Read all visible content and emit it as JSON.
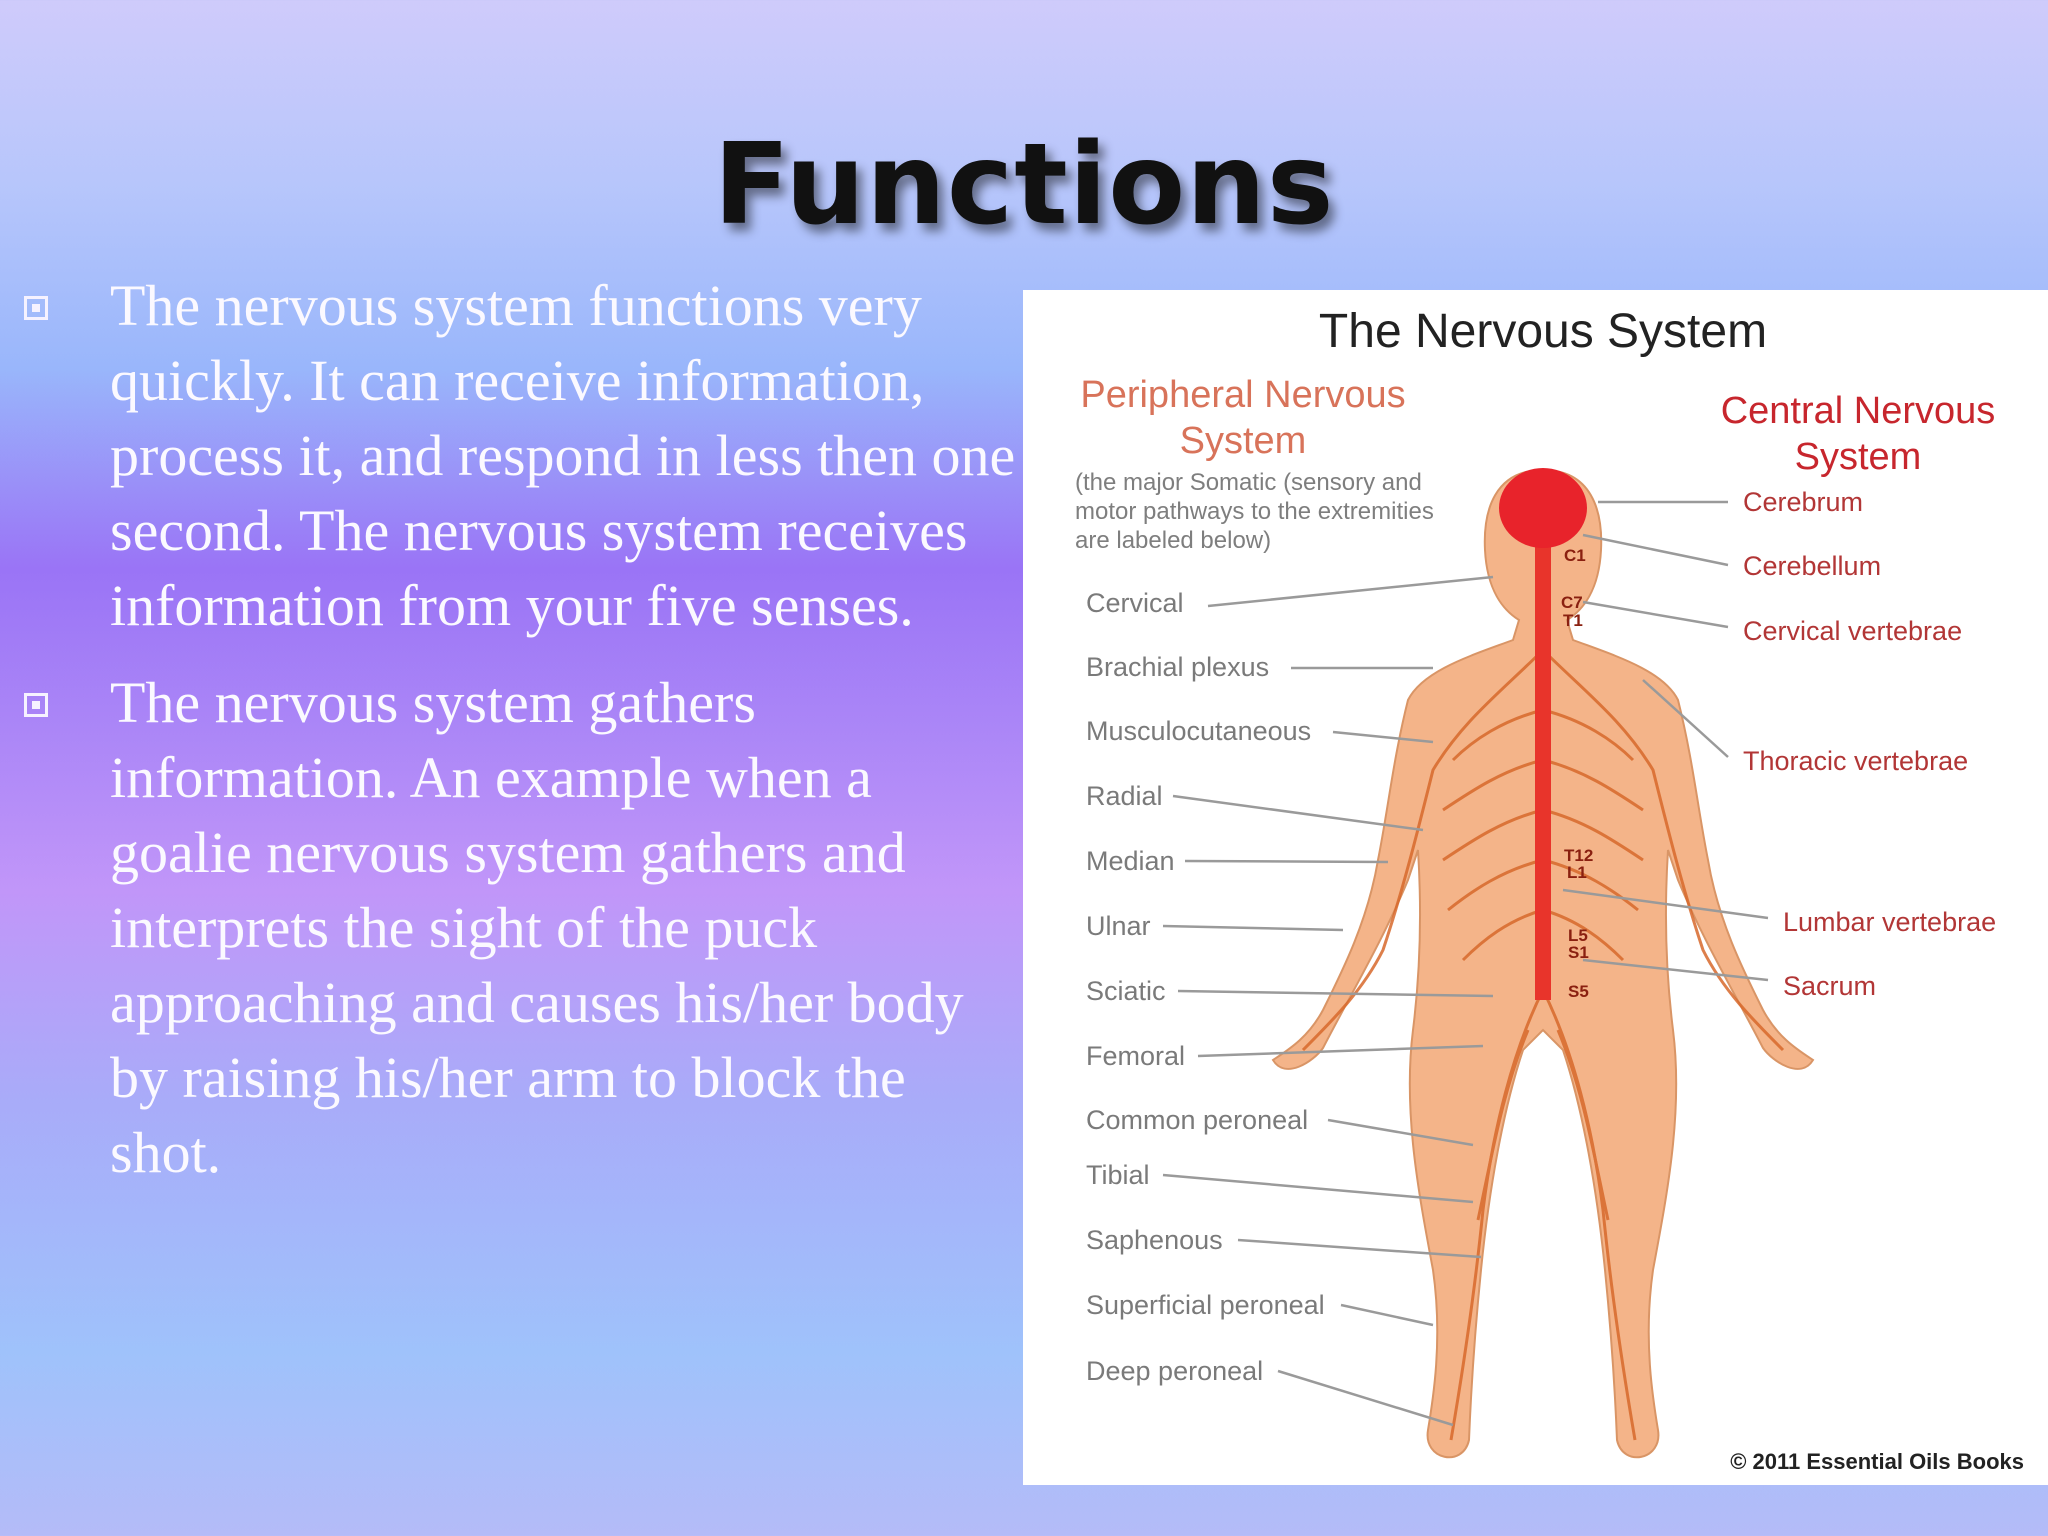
{
  "slide": {
    "title": "Functions",
    "bullets": [
      {
        "text": "The nervous system functions very quickly. It can receive information, process it, and respond in less then one second. The nervous system receives information from your five senses."
      },
      {
        "text": "The nervous system  gathers information. An example when a goalie nervous system gathers and interprets the sight of the puck approaching and causes his/her body by raising his/her arm to block the shot."
      }
    ]
  },
  "figure": {
    "title": "The Nervous System",
    "peripheral_heading": "Peripheral Nervous System",
    "peripheral_note": "(the major Somatic (sensory and motor pathways to the extremities are labeled below)",
    "central_heading": "Central Nervous System",
    "left_labels": [
      "Cervical",
      "Brachial plexus",
      "Musculocutaneous",
      "Radial",
      "Median",
      "Ulnar",
      "Sciatic",
      "Femoral",
      "Common peroneal",
      "Tibial",
      "Saphenous",
      "Superficial peroneal",
      "Deep peroneal"
    ],
    "right_labels": [
      "Cerebrum",
      "Cerebellum",
      "Cervical vertebrae",
      "Thoracic vertebrae",
      "Lumbar vertebrae",
      "Sacrum"
    ],
    "vertebra_marks": [
      "C1",
      "C7",
      "T1",
      "T12",
      "L1",
      "L5",
      "S1",
      "S5"
    ],
    "copyright": "© 2011 Essential Oils Books",
    "colors": {
      "skin": "#f2b07e",
      "nerve": "#d96a2b",
      "spine": "#e8342b",
      "brain": "#e8232b"
    }
  }
}
